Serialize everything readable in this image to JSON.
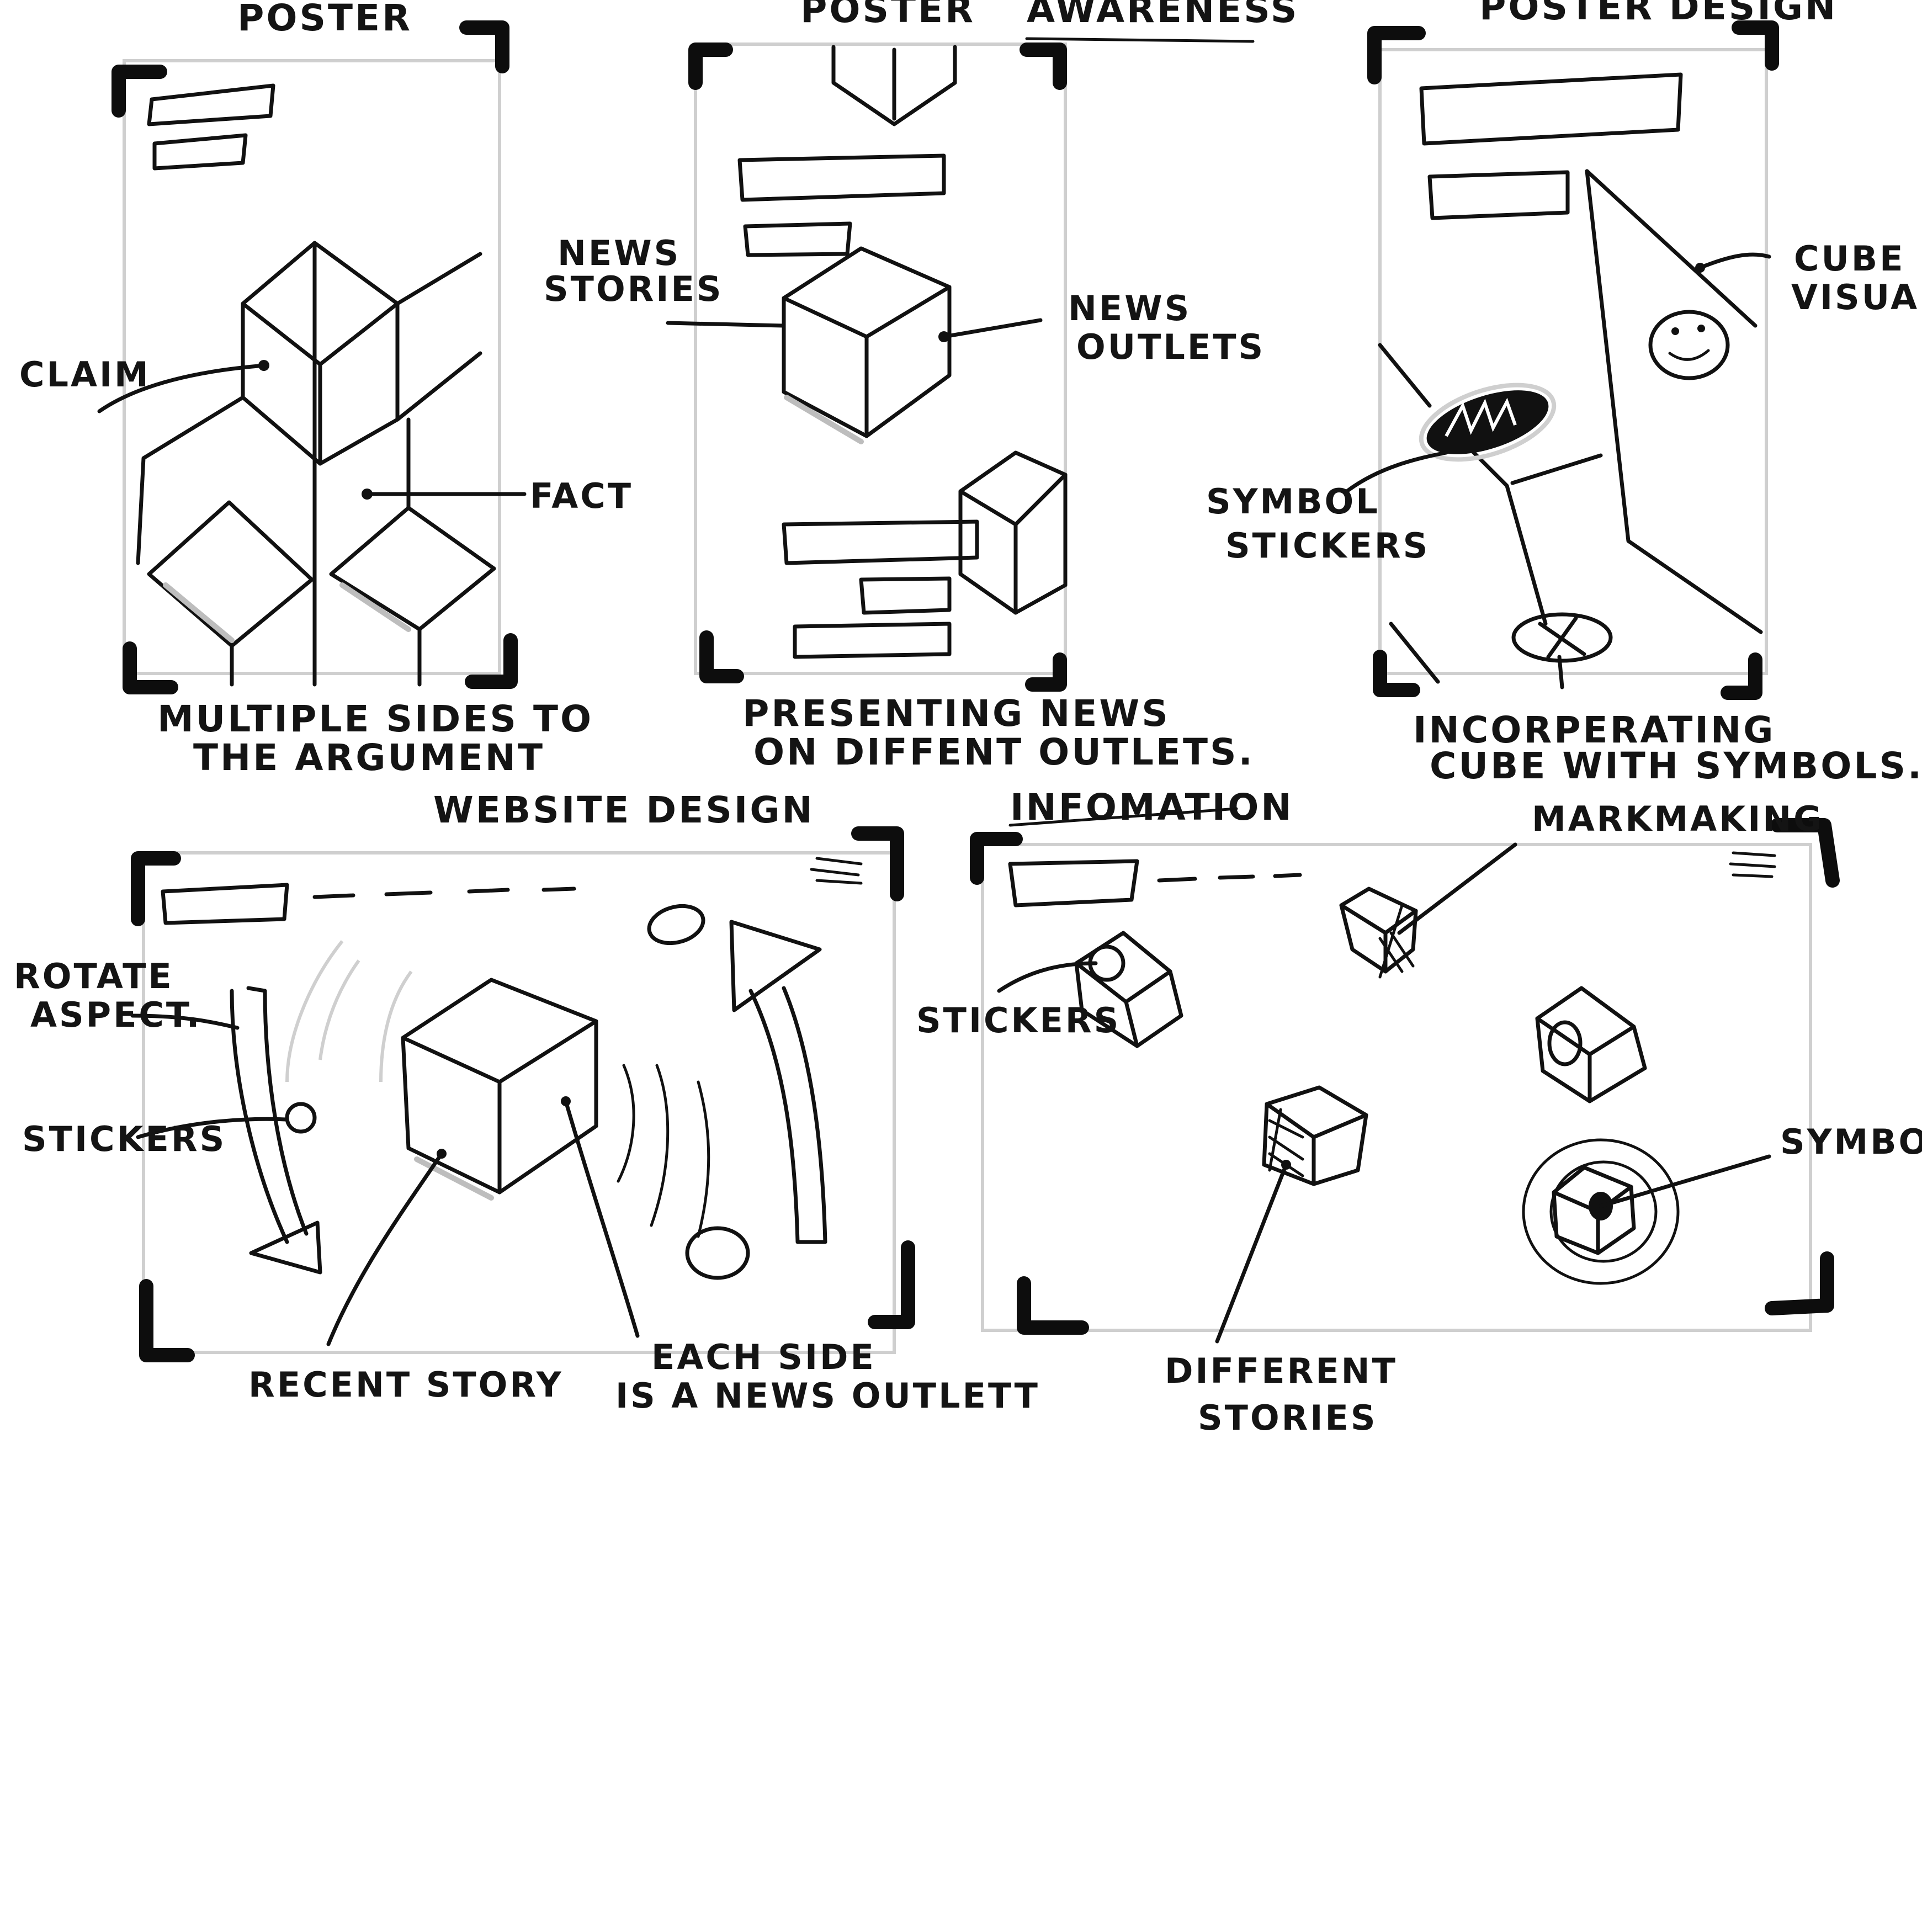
{
  "sketches": {
    "poster_one": {
      "title": "POSTER",
      "labels": {
        "claim": "CLAIM",
        "fact": "FACT"
      },
      "caption_line1": "MULTIPLE SIDES TO",
      "caption_line2": "THE ARGUMENT"
    },
    "poster_awareness": {
      "title": "POSTER",
      "title_suffix": "AWARENESS",
      "labels": {
        "news_stories_line1": "NEWS",
        "news_stories_line2": "STORIES",
        "news_outlets_line1": "NEWS",
        "news_outlets_line2": "OUTLETS"
      },
      "caption_line1": "PRESENTING NEWS",
      "caption_line2": "ON DIFFENT OUTLETS."
    },
    "poster_design": {
      "title": "POSTER DESIGN",
      "labels": {
        "cube_visual_line1": "CUBE",
        "cube_visual_line2": "VISUAL",
        "symbol_stickers_line1": "SYMBOL",
        "symbol_stickers_line2": "STICKERS"
      },
      "caption_line1": "INCORPERATING",
      "caption_line2": "CUBE WITH SYMBOLS."
    },
    "website_design": {
      "title": "WEBSITE DESIGN",
      "labels": {
        "rotate_line1": "ROTATE",
        "rotate_line2": "ASPECT.",
        "stickers": "STICKERS",
        "recent_story": "RECENT STORY",
        "each_side_line1": "EACH SIDE",
        "each_side_line2": "IS A NEWS OUTLETT"
      }
    },
    "information": {
      "title": "INFOMATION",
      "labels": {
        "markmaking": "MARKMAKING",
        "stickers": "STICKERS",
        "symbol": "SYMBOL",
        "different_line1": "DIFFERENT",
        "different_line2": "STORIES"
      }
    }
  },
  "icons": {
    "menu": "hamburger-menu-icon",
    "smiley": "smiley-face-icon",
    "cross_circle": "crossed-circle-icon"
  },
  "colors": {
    "ink": "#111111",
    "paper": "#ffffff",
    "pencil": "#cfcfcf"
  }
}
